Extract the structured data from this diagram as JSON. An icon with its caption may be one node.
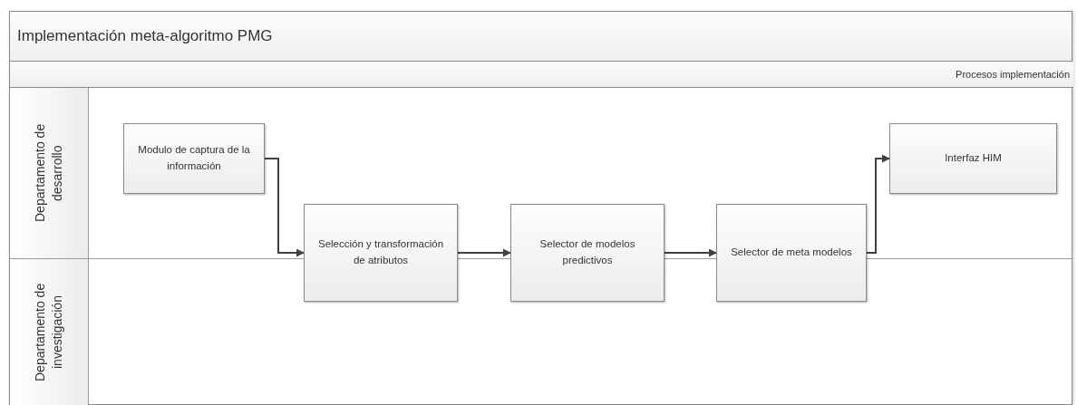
{
  "diagram": {
    "nodes": [
      {
        "text": [
          "Implementación meta-algoritmo PMG"
        ]
      },
      {
        "text": [
          "Procesos implementación"
        ],
        "in": 0
      },
      {
        "text": [
          "Departamento de desarrollo"
        ],
        "in": 0
      },
      {
        "text": [
          "Departamento de investigación"
        ],
        "in": 0
      },
      {
        "text": [
          "Modulo de captura de la información"
        ],
        "in": 0
      },
      {
        "text": [
          "Selección y transformación de atributos"
        ],
        "in": 0
      },
      {
        "text": [
          "Selector de modelos predictivos"
        ],
        "in": 0
      },
      {
        "text": [
          "Selector de meta modelos"
        ],
        "in": 0
      },
      {
        "text": [
          "Interfaz HIM"
        ],
        "in": 0
      }
    ],
    "edges": [
      {
        "from": 4,
        "to": 5,
        "arrow": "to"
      },
      {
        "from": 5,
        "to": 6,
        "arrow": "to"
      },
      {
        "from": 6,
        "to": 7,
        "arrow": "to"
      },
      {
        "from": 7,
        "to": 8,
        "arrow": "to"
      }
    ]
  }
}
